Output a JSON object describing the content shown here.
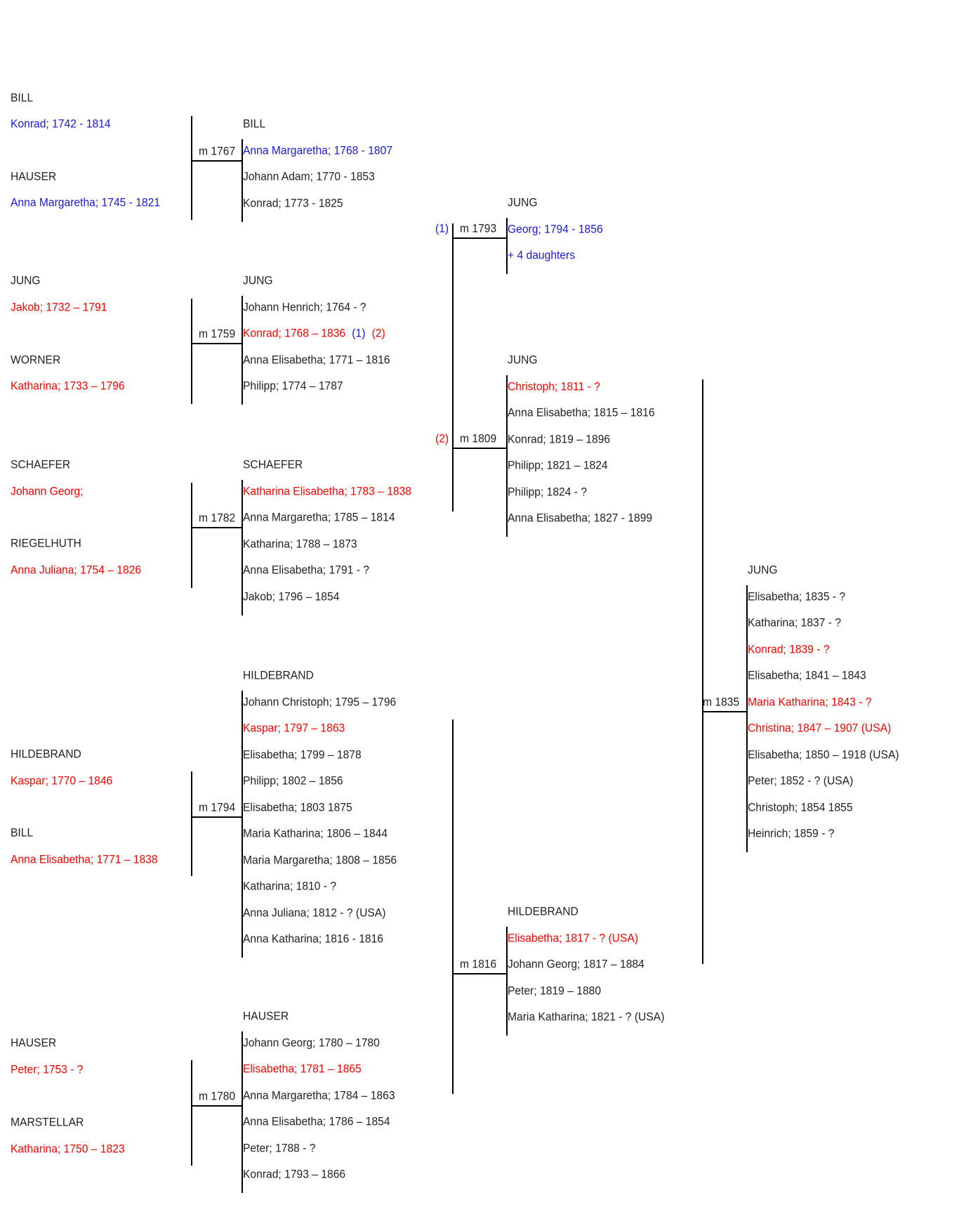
{
  "colors": {
    "red": "#ff0000",
    "blue": "#1a1adc",
    "black": "#222222",
    "line": "#000000"
  },
  "units": [
    {
      "id": "bill-hauser",
      "father": {
        "surname": "BILL",
        "name": "Konrad; 1742 - 1814",
        "color": "blue"
      },
      "mother": {
        "surname": "HAUSER",
        "name": "Anna Margaretha; 1745 - 1821",
        "color": "blue"
      },
      "marriage": "m 1767",
      "children_surname": "BILL",
      "children": [
        {
          "text": "Anna Margaretha; 1768 - 1807",
          "color": "blue"
        },
        {
          "text": "Johann Adam; 1770 - 1853",
          "color": "black"
        },
        {
          "text": "Konrad; 1773 - 1825",
          "color": "black"
        }
      ]
    },
    {
      "id": "jung-worner",
      "father": {
        "surname": "JUNG",
        "name": "Jakob; 1732 – 1791",
        "color": "red"
      },
      "mother": {
        "surname": "WORNER",
        "name": "Katharina; 1733 – 1796",
        "color": "red"
      },
      "marriage": "m 1759",
      "children_surname": "JUNG",
      "children": [
        {
          "text": "Johann Henrich; 1764 - ?",
          "color": "black"
        },
        {
          "text": "Konrad; 1768 – 1836",
          "color": "red",
          "note1": "(1)",
          "note2": "(2)"
        },
        {
          "text": "Anna Elisabetha; 1771 – 1816",
          "color": "black"
        },
        {
          "text": "Philipp; 1774 – 1787",
          "color": "black"
        }
      ]
    },
    {
      "id": "schaefer-riegelhuth",
      "father": {
        "surname": "SCHAEFER",
        "name": "Johann Georg;",
        "color": "red"
      },
      "mother": {
        "surname": "RIEGELHUTH",
        "name": "Anna Juliana; 1754 – 1826",
        "color": "red"
      },
      "marriage": "m 1782",
      "children_surname": "SCHAEFER",
      "children": [
        {
          "text": "Katharina Elisabetha; 1783 – 1838",
          "color": "red"
        },
        {
          "text": "Anna Margaretha; 1785 – 1814",
          "color": "black"
        },
        {
          "text": "Katharina; 1788 – 1873",
          "color": "black"
        },
        {
          "text": "Anna Elisabetha; 1791 - ?",
          "color": "black"
        },
        {
          "text": "Jakob; 1796 – 1854",
          "color": "black"
        }
      ]
    },
    {
      "id": "hildebrand-bill",
      "father": {
        "surname": "HILDEBRAND",
        "name": "Kaspar; 1770 – 1846",
        "color": "red"
      },
      "mother": {
        "surname": "BILL",
        "name": "Anna Elisabetha; 1771 – 1838",
        "color": "red"
      },
      "marriage": "m 1794",
      "children_surname": "HILDEBRAND",
      "children": [
        {
          "text": "Johann Christoph; 1795 – 1796",
          "color": "black"
        },
        {
          "text": "Kaspar; 1797 – 1863",
          "color": "red"
        },
        {
          "text": "Elisabetha; 1799 – 1878",
          "color": "black"
        },
        {
          "text": "Philipp; 1802 – 1856",
          "color": "black"
        },
        {
          "text": "Elisabetha; 1803    1875",
          "color": "black"
        },
        {
          "text": "Maria Katharina; 1806 – 1844",
          "color": "black"
        },
        {
          "text": "Maria Margaretha; 1808 – 1856",
          "color": "black"
        },
        {
          "text": "Katharina; 1810 - ?",
          "color": "black"
        },
        {
          "text": "Anna Juliana; 1812 - ? (USA)",
          "color": "black"
        },
        {
          "text": "Anna Katharina; 1816 - 1816",
          "color": "black"
        }
      ]
    },
    {
      "id": "hauser-marstellar",
      "father": {
        "surname": "HAUSER",
        "name": "Peter; 1753 - ?",
        "color": "red"
      },
      "mother": {
        "surname": "MARSTELLAR",
        "name": "Katharina; 1750 – 1823",
        "color": "red"
      },
      "marriage": "m 1780",
      "children_surname": "HAUSER",
      "children": [
        {
          "text": "Johann Georg; 1780 – 1780",
          "color": "black"
        },
        {
          "text": "Elisabetha; 1781 – 1865",
          "color": "red"
        },
        {
          "text": "Anna Margaretha; 1784 – 1863",
          "color": "black"
        },
        {
          "text": "Anna Elisabetha; 1786 – 1854",
          "color": "black"
        },
        {
          "text": "Peter; 1788 - ?",
          "color": "black"
        },
        {
          "text": "Konrad; 1793 – 1866",
          "color": "black"
        }
      ]
    },
    {
      "id": "jung-1793",
      "marriage_note": "(1)",
      "marriage": "m 1793",
      "children_surname": "JUNG",
      "children": [
        {
          "text": "Georg; 1794 - 1856",
          "color": "blue"
        },
        {
          "text": "+ 4 daughters",
          "color": "blue"
        }
      ]
    },
    {
      "id": "jung-1809",
      "marriage_note": "(2)",
      "marriage": "m 1809",
      "children_surname": "JUNG",
      "children": [
        {
          "text": "Christoph; 1811 - ?",
          "color": "red"
        },
        {
          "text": "Anna Elisabetha; 1815 – 1816",
          "color": "black"
        },
        {
          "text": "Konrad; 1819 – 1896",
          "color": "black"
        },
        {
          "text": "Philipp; 1821 – 1824",
          "color": "black"
        },
        {
          "text": "Philipp; 1824 - ?",
          "color": "black"
        },
        {
          "text": "Anna Elisabetha; 1827 - 1899",
          "color": "black"
        }
      ]
    },
    {
      "id": "hildebrand-1816",
      "marriage": "m 1816",
      "children_surname": "HILDEBRAND",
      "children": [
        {
          "text": "Elisabetha; 1817 - ? (USA)",
          "color": "red"
        },
        {
          "text": "Johann Georg; 1817 – 1884",
          "color": "black"
        },
        {
          "text": "Peter; 1819 – 1880",
          "color": "black"
        },
        {
          "text": "Maria Katharina; 1821 - ? (USA)",
          "color": "black"
        }
      ]
    },
    {
      "id": "jung-1835",
      "marriage": "m 1835",
      "children_surname": "JUNG",
      "children": [
        {
          "text": "Elisabetha; 1835 - ?",
          "color": "black"
        },
        {
          "text": "Katharina; 1837 - ?",
          "color": "black"
        },
        {
          "text": "Konrad; 1839 - ?",
          "color": "red"
        },
        {
          "text": "Elisabetha; 1841 – 1843",
          "color": "black"
        },
        {
          "text": "Maria Katharina; 1843 - ?",
          "color": "red"
        },
        {
          "text": "Christina; 1847 – 1907 (USA)",
          "color": "red"
        },
        {
          "text": "Elisabetha; 1850 – 1918 (USA)",
          "color": "black"
        },
        {
          "text": "Peter; 1852 - ? (USA)",
          "color": "black"
        },
        {
          "text": "Christoph; 1854    1855",
          "color": "black"
        },
        {
          "text": "Heinrich; 1859 - ?",
          "color": "black"
        }
      ]
    }
  ]
}
